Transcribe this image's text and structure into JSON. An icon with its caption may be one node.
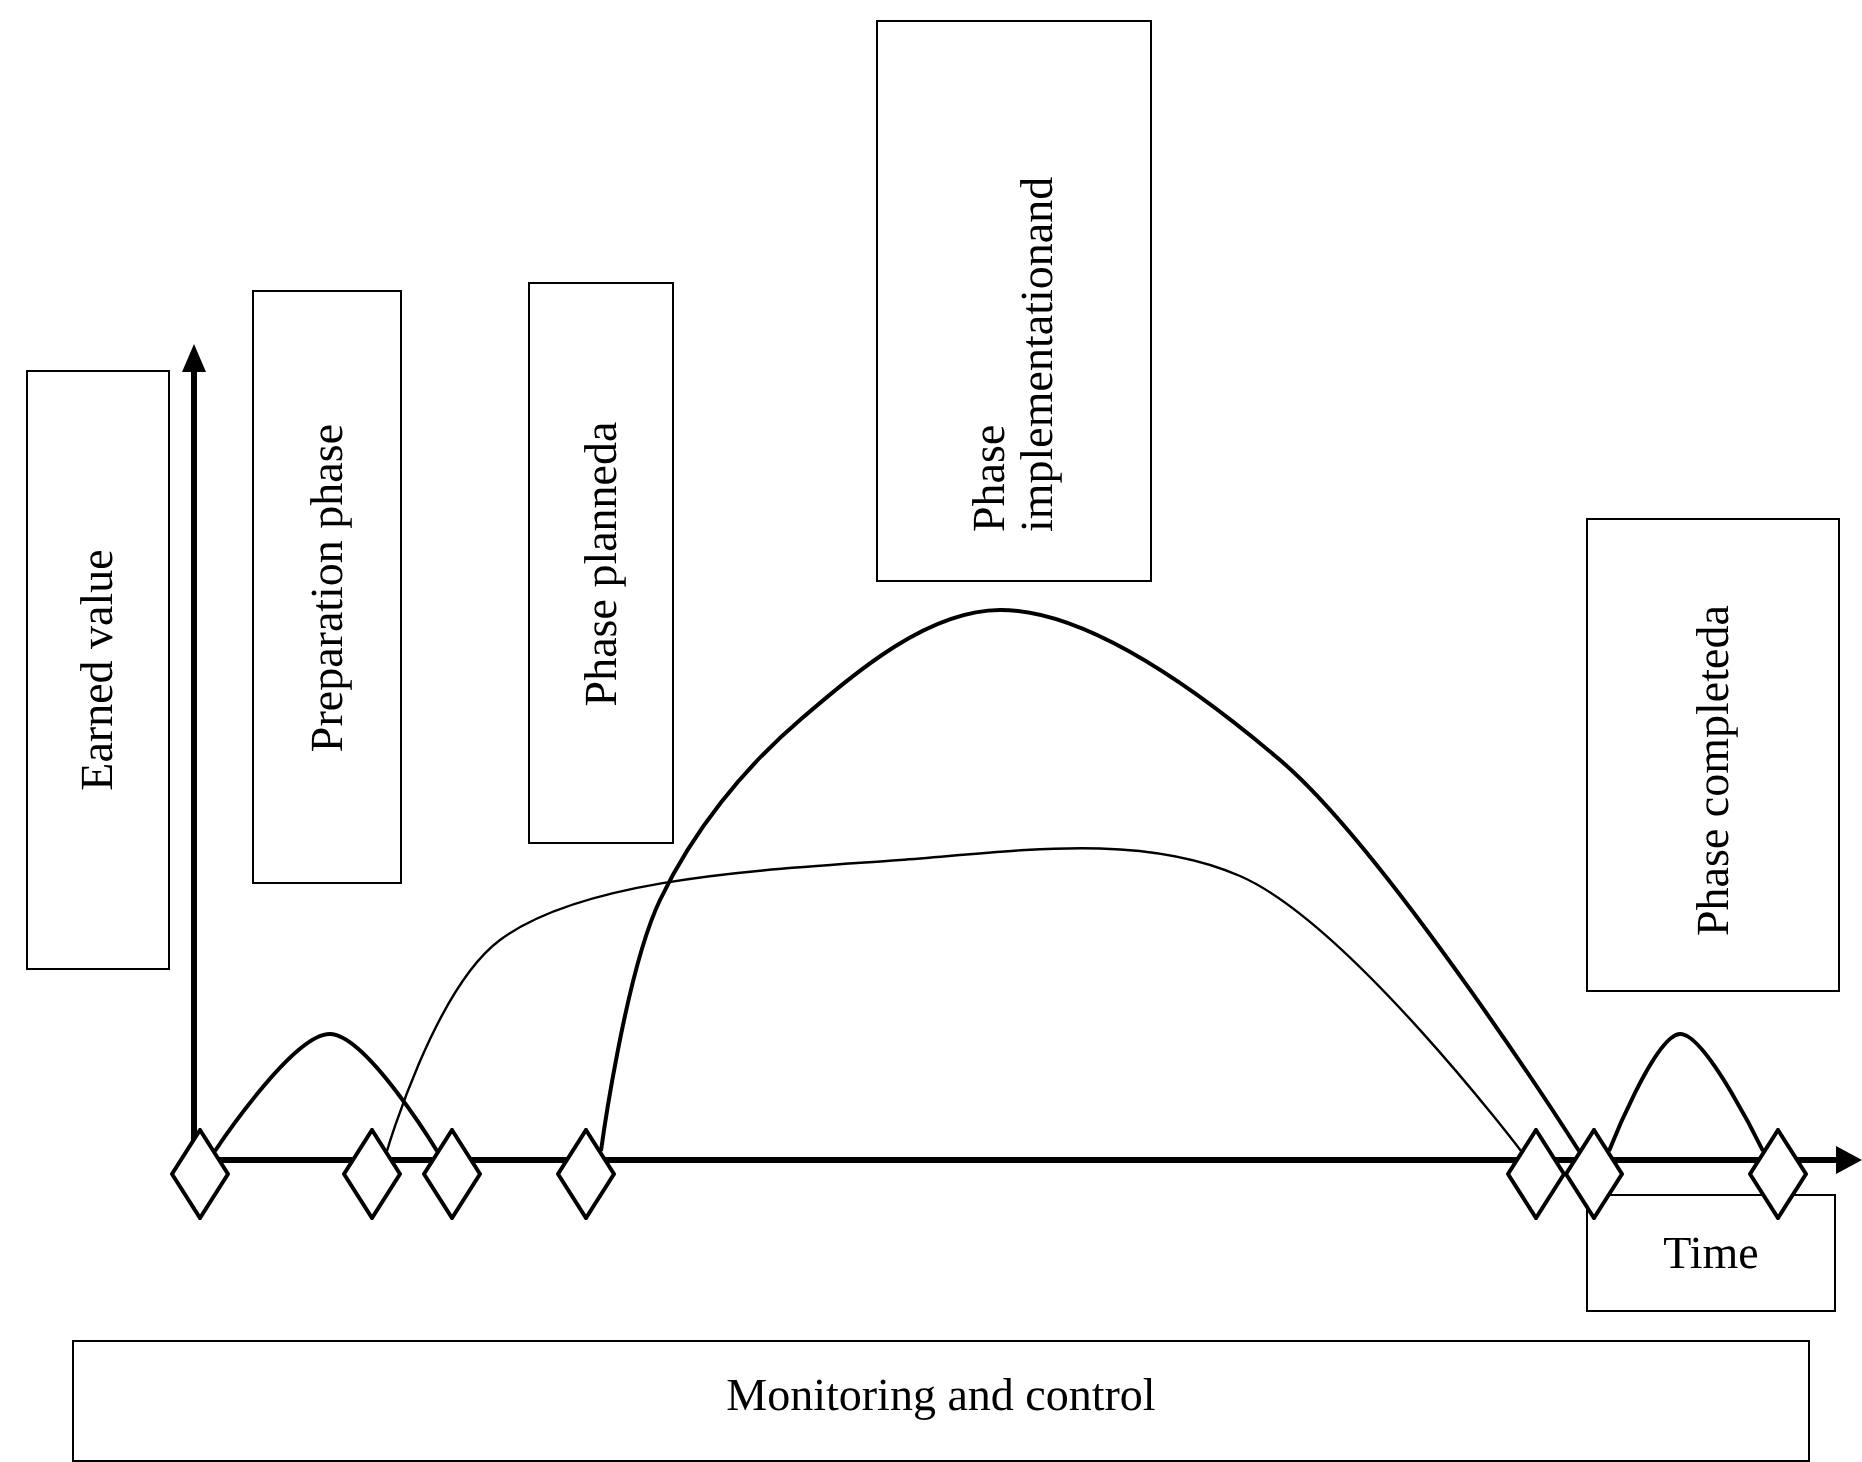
{
  "diagram": {
    "nodes": [
      {
        "text": [
          "Earned value"
        ]
      },
      {
        "text": [
          "Preparation phase"
        ]
      },
      {
        "text": [
          "Phase planneda"
        ]
      },
      {
        "text": [
          "Phase implementationand"
        ]
      },
      {
        "text": [
          "Phase completeda"
        ]
      },
      {
        "text": [],
        "shape": "diamond"
      },
      {
        "text": [],
        "shape": "diamond"
      },
      {
        "text": [],
        "shape": "diamond"
      },
      {
        "text": [],
        "shape": "diamond"
      },
      {
        "text": [],
        "shape": "diamond"
      },
      {
        "text": [],
        "shape": "diamond"
      },
      {
        "text": [],
        "shape": "diamond"
      },
      {
        "text": [
          "Time"
        ]
      },
      {
        "text": [
          "Monitoring and control"
        ]
      }
    ],
    "edges": [
      {
        "from": 5,
        "to": 7,
        "arrow": "none"
      },
      {
        "from": 6,
        "to": 9,
        "arrow": "none"
      },
      {
        "from": 8,
        "to": 10,
        "arrow": "none"
      },
      {
        "from": 10,
        "to": 11,
        "arrow": "none"
      }
    ]
  }
}
